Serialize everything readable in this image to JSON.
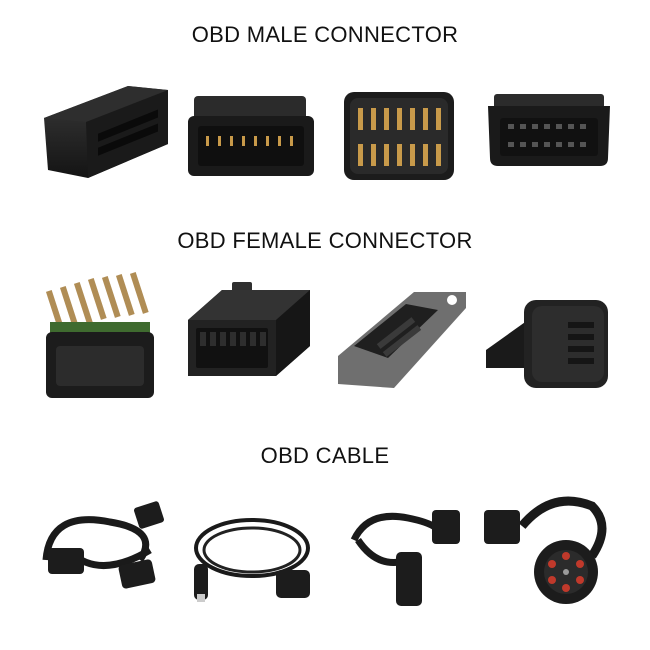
{
  "sections": [
    {
      "title": "OBD MALE CONNECTOR"
    },
    {
      "title": "OBD FEMALE CONNECTOR"
    },
    {
      "title": "OBD CABLE"
    }
  ],
  "colors": {
    "body": "#1c1c1c",
    "body_highlight": "#3a3a3a",
    "pin": "#c89a4a",
    "grey_plate": "#6f6f6f",
    "green_board": "#3f6b2f",
    "red_ring": "#c0392b"
  }
}
